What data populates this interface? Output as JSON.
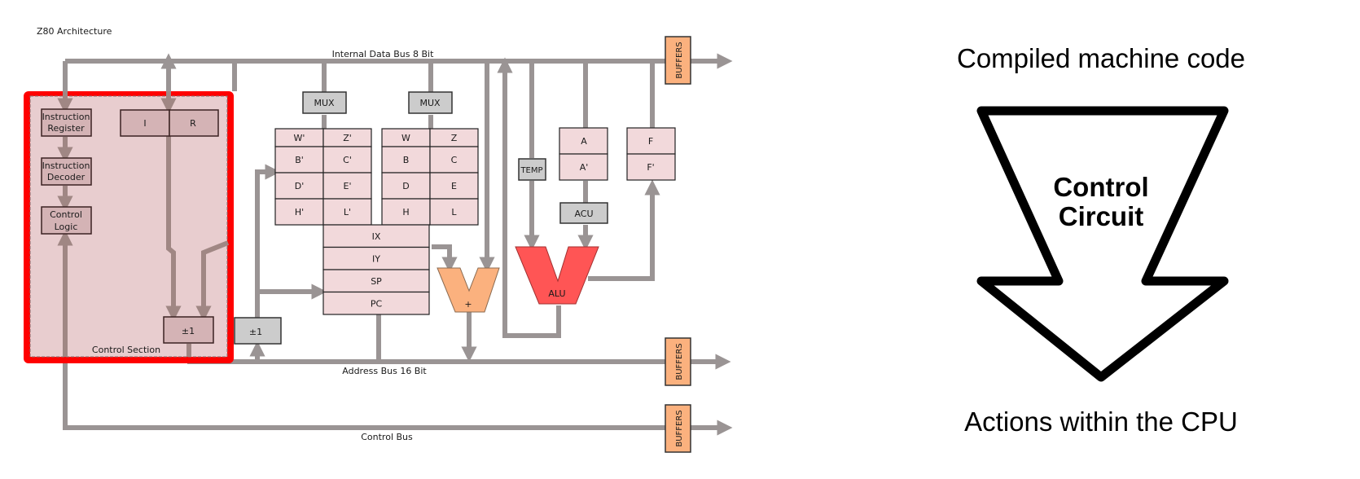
{
  "left_diagram": {
    "title": "Z80 Architecture",
    "buses": {
      "data_bus": "Internal Data Bus 8 Bit",
      "address_bus": "Address Bus 16 Bit",
      "control_bus": "Control Bus"
    },
    "control_section": {
      "label": "Control Section",
      "highlighted": true,
      "highlight_color": "#ff0000",
      "blocks": {
        "instruction_register": [
          "Instruction",
          "Register"
        ],
        "instruction_decoder": [
          "Instruction",
          "Decoder"
        ],
        "control_logic": [
          "Control",
          "Logic"
        ],
        "i_reg": "I",
        "r_reg": "R",
        "incdec": "±1"
      }
    },
    "incdec_outside": "±1",
    "mux_left": "MUX",
    "mux_right": "MUX",
    "alt_registers": [
      [
        "W'",
        "Z'"
      ],
      [
        "B'",
        "C'"
      ],
      [
        "D'",
        "E'"
      ],
      [
        "H'",
        "L'"
      ]
    ],
    "main_registers": [
      [
        "W",
        "Z"
      ],
      [
        "B",
        "C"
      ],
      [
        "D",
        "E"
      ],
      [
        "H",
        "L"
      ]
    ],
    "index_registers": [
      "IX",
      "IY",
      "SP",
      "PC"
    ],
    "adder_label": "+",
    "temp": "TEMP",
    "accumulators": [
      "A",
      "A'"
    ],
    "flags": [
      "F",
      "F'"
    ],
    "acu": "ACU",
    "alu": "ALU",
    "buffers": [
      "BUFFERS",
      "BUFFERS",
      "BUFFERS"
    ],
    "colors": {
      "register_fill": "#f2d9db",
      "alu_fill": "#ff5555",
      "adder_fill": "#fbb17e",
      "buffer_fill": "#fbb17e",
      "bus_color": "#9a9494"
    }
  },
  "right_diagram": {
    "top_text": "Compiled machine code",
    "arrow_label": [
      "Control",
      "Circuit"
    ],
    "bottom_text": "Actions within the CPU"
  }
}
